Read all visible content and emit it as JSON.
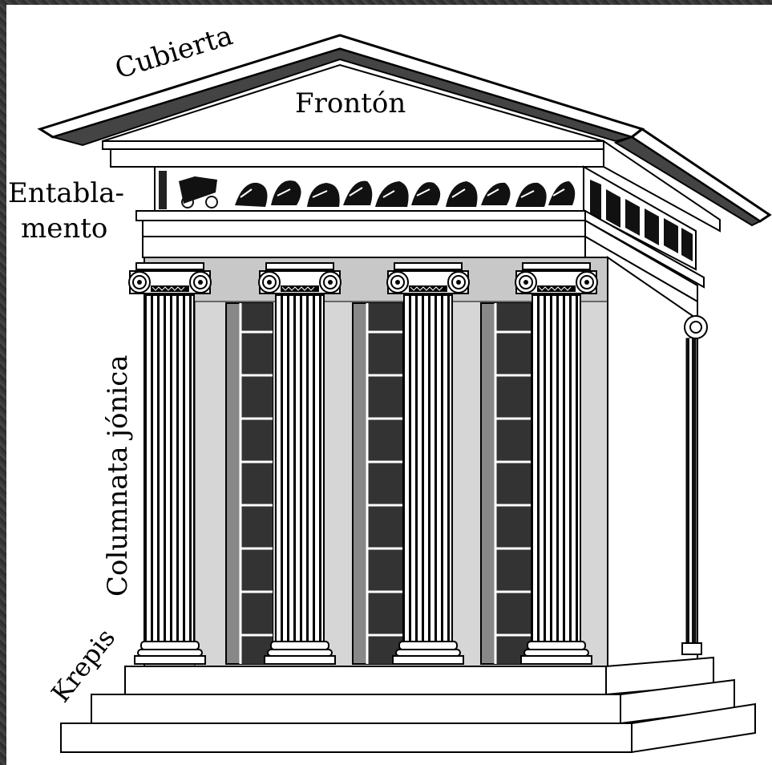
{
  "labels": {
    "roof": "Cubierta",
    "pediment": "Frontón",
    "entablature_line1": "Entabla-",
    "entablature_line2": "mento",
    "colonnade": "Columnata jónica",
    "krepis": "Krepis"
  },
  "colors": {
    "background_frame": "#3a3a3a",
    "panel": "#ffffff",
    "line": "#000000",
    "shadow_gray": "#c8c8c8",
    "dark_gray": "#9a9a9a",
    "window_dark": "#333333"
  },
  "icons": {
    "frieze": "relief-frieze-figures",
    "capital": "ionic-volute"
  }
}
